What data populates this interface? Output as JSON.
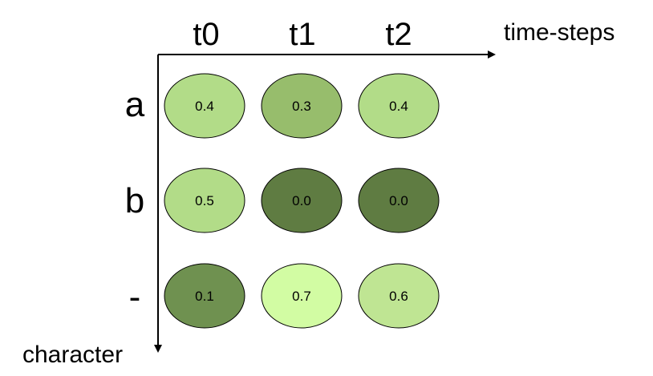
{
  "axes": {
    "x_label": "time-steps",
    "y_label": "character"
  },
  "columns": [
    "t0",
    "t1",
    "t2"
  ],
  "rows": [
    "a",
    "b",
    "-"
  ],
  "cells": [
    [
      {
        "value": "0.4",
        "color": "#b2dc88"
      },
      {
        "value": "0.3",
        "color": "#97bd6c"
      },
      {
        "value": "0.4",
        "color": "#b2dc88"
      }
    ],
    [
      {
        "value": "0.5",
        "color": "#b2dc88"
      },
      {
        "value": "0.0",
        "color": "#5f7c42"
      },
      {
        "value": "0.0",
        "color": "#5f7c42"
      }
    ],
    [
      {
        "value": "0.1",
        "color": "#6f9150"
      },
      {
        "value": "0.7",
        "color": "#d2fca3"
      },
      {
        "value": "0.6",
        "color": "#bfe593"
      }
    ]
  ],
  "colors": {
    "axis": "#000000",
    "cell_stroke": "#000000"
  }
}
